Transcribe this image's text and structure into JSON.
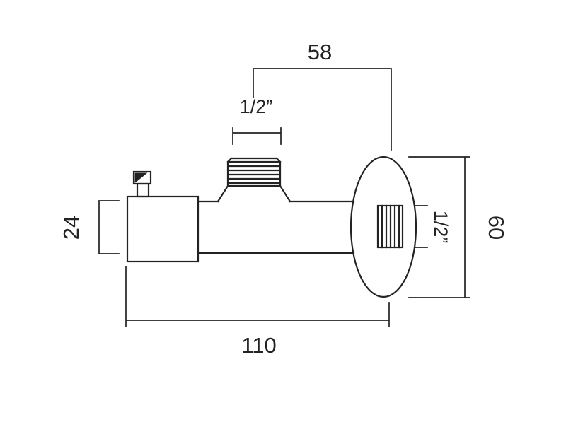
{
  "page": {
    "background": "#ffffff",
    "line_color": "#232323"
  },
  "diagram": {
    "kind": "dimension-drawing",
    "labels": {
      "top_span": "58",
      "top_thread": "1/2”",
      "left_diameter": "24",
      "overall_length": "110",
      "flange_height": "60",
      "wall_thread": "1/2”"
    }
  }
}
